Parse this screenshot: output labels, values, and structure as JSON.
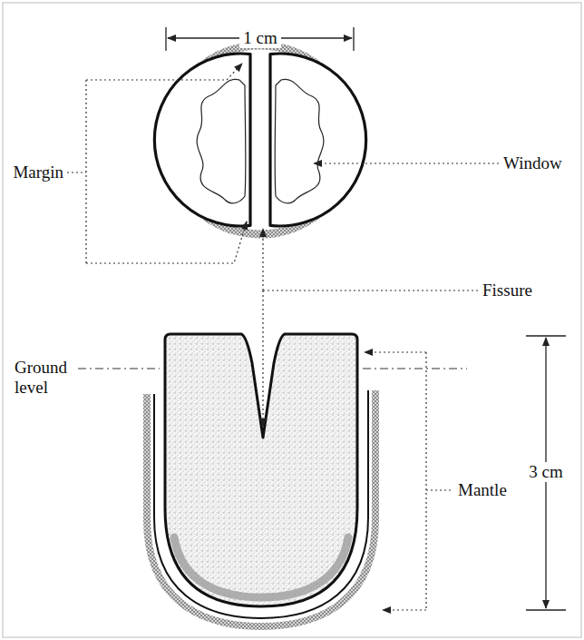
{
  "diagram": {
    "labels": [
      "1 cm",
      "Margin",
      "Window",
      "Fissure",
      "Ground level",
      "Mantle",
      "3 cm"
    ]
  }
}
